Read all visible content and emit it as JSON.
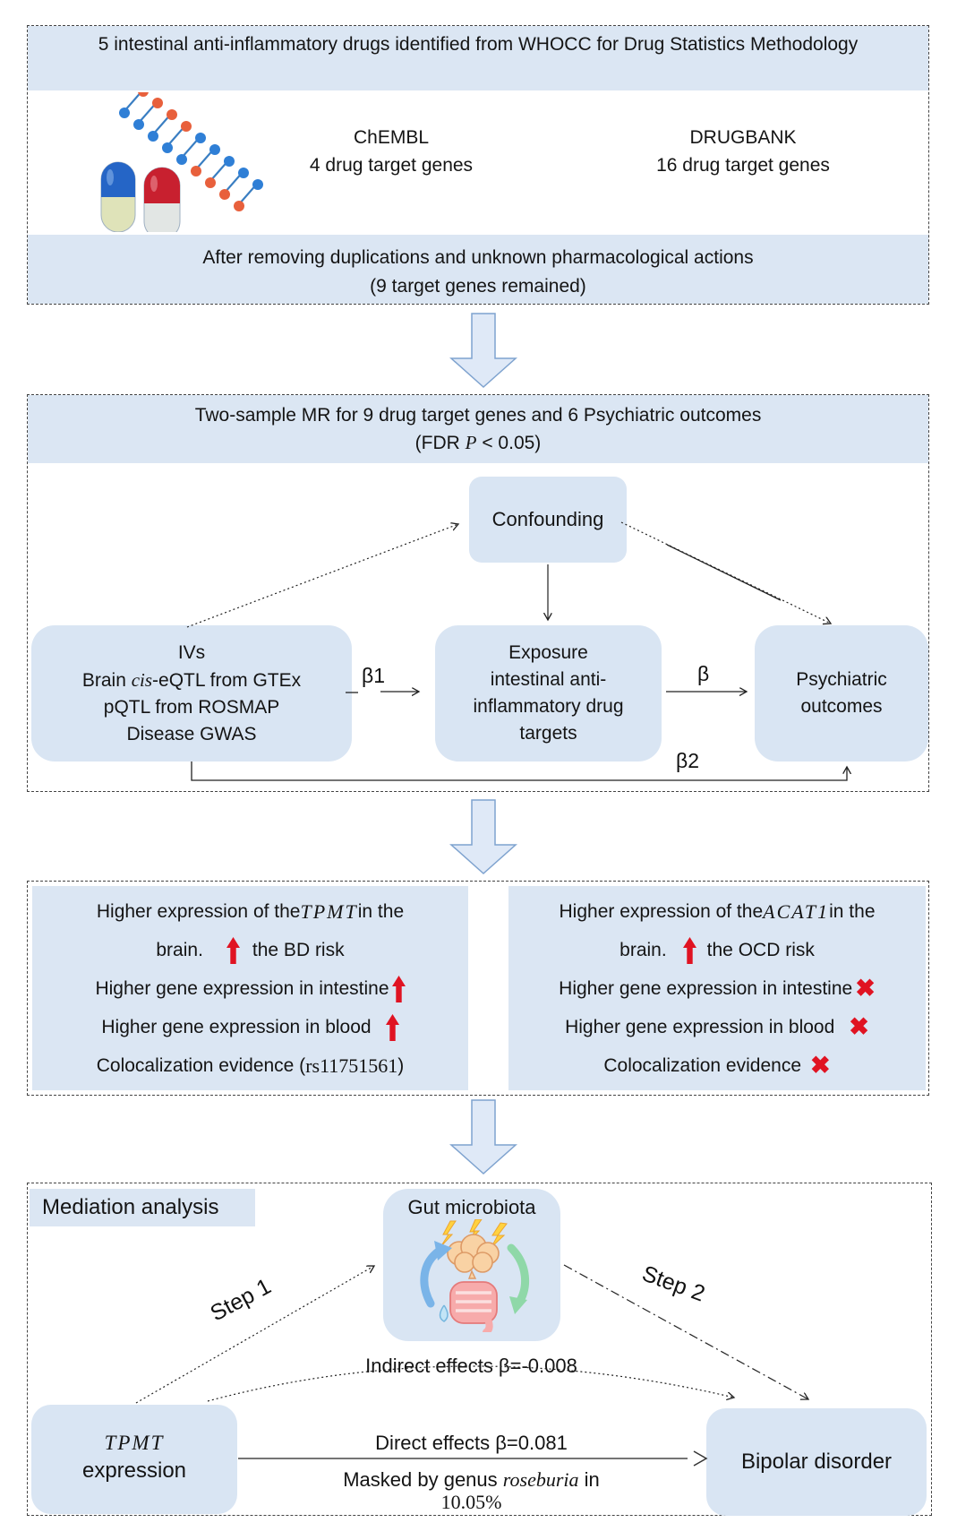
{
  "colors": {
    "panel_blue": "#dbe6f3",
    "box_blue": "#d9e5f3",
    "block_arrow_fill": "#dfe9f7",
    "block_arrow_stroke": "#7fa3cf",
    "accent_red": "#e01322"
  },
  "s1": {
    "header": "5 intestinal anti-inflammatory drugs identified from WHOCC for Drug Statistics Methodology",
    "chembl_name": "ChEMBL",
    "chembl_genes": "4 drug target genes",
    "drugbank_name": "DRUGBANK",
    "drugbank_genes": "16 drug target genes",
    "footer1": "After removing duplications and unknown pharmacological actions",
    "footer2": "(9 target genes remained)"
  },
  "s2": {
    "header1": "Two-sample MR for 9 drug target genes and 6 Psychiatric outcomes",
    "header2_pre": "(FDR ",
    "header2_p": "P",
    "header2_post": " < 0.05)",
    "confounding": "Confounding",
    "ivs1": "IVs",
    "ivs2a": "Brain ",
    "ivs2b": "cis",
    "ivs2c": "-eQTL from GTEx",
    "ivs3": "pQTL from ROSMAP",
    "ivs4": "Disease GWAS",
    "exp1": "Exposure",
    "exp2": "intestinal anti-",
    "exp3": "inflammatory drug",
    "exp4": "targets",
    "out1": "Psychiatric",
    "out2": "outcomes",
    "beta1": "β1",
    "beta": "β",
    "beta2": "β2"
  },
  "s3": {
    "left": {
      "l1a": "Higher expression of the ",
      "l1gene": "TPMT",
      "l1b": " in the",
      "l2a": "brain.",
      "l2b": "the BD risk",
      "l3": "Higher gene expression in intestine",
      "l4": "Higher gene expression in blood",
      "l5a": "Colocalization evidence (",
      "l5snp": "rs11751561",
      "l5b": ")"
    },
    "right": {
      "l1a": "Higher expression of the ",
      "l1gene": "ACAT1",
      "l1b": " in the",
      "l2a": "brain.",
      "l2b": "the OCD risk",
      "l3": "Higher gene expression in intestine",
      "l4": "Higher gene expression in blood",
      "l5": "Colocalization evidence"
    },
    "cross": "✖"
  },
  "s4": {
    "label": "Mediation analysis",
    "gut_title": "Gut microbiota",
    "step1": "Step 1",
    "step2": "Step 2",
    "indirect": "Indirect effects β=-0.008",
    "direct": "Direct effects β=0.081",
    "masked_a": "Masked by genus ",
    "masked_genus": "roseburia",
    "masked_b": " in",
    "masked_pct": "10.05%",
    "tpmt": "TPMT",
    "tpmt_sub": "expression",
    "bipolar": "Bipolar disorder"
  }
}
